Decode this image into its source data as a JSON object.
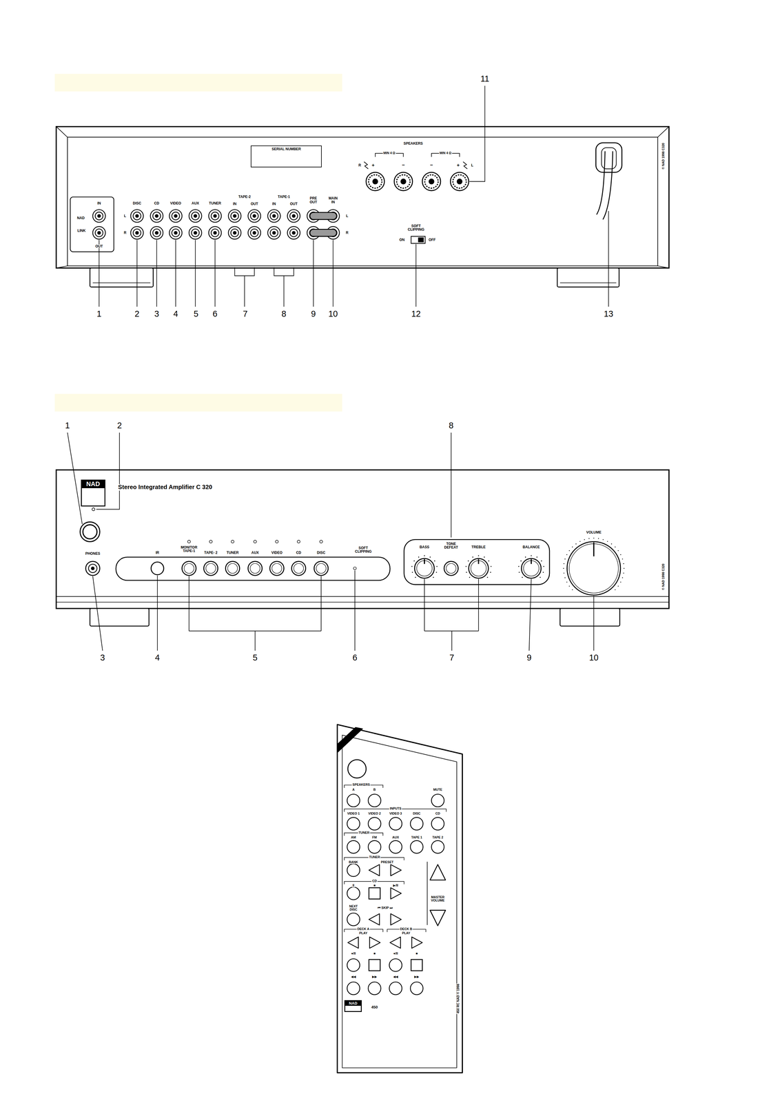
{
  "diagram": {
    "nodes": [
      {
        "text": [
          "SERIAL NUMBER"
        ]
      },
      {
        "text": [
          "NAD"
        ]
      },
      {
        "text": [
          "NAD"
        ]
      }
    ],
    "labels": [
      "11",
      "SPEAKERS",
      "MIN 4 Ω",
      "MIN 4 Ω",
      "R",
      "+",
      "−",
      "−",
      "+",
      "L",
      "© NAD 1998 C320",
      "IN",
      "NAD",
      "LINK",
      "OUT",
      "DISC",
      "CD",
      "VIDEO",
      "AUX",
      "TUNER",
      "TAPE-2",
      "IN",
      "OUT",
      "TAPE-1",
      "IN",
      "OUT",
      "PRE OUT",
      "MAIN IN",
      "L",
      "R",
      "L",
      "R",
      "SOFT CLIPPING",
      "ON",
      "OFF",
      "1",
      "2",
      "3",
      "4",
      "5",
      "6",
      "7",
      "8",
      "9",
      "10",
      "12",
      "13",
      "1",
      "2",
      "8",
      "Stereo Integrated Amplifier C 320",
      "PHONES",
      "IR",
      "MONITOR TAPE-1",
      "TAPE- 2",
      "TUNER",
      "AUX",
      "VIDEO",
      "CD",
      "DISC",
      "SOFT CLIPPING",
      "BASS",
      "TONE DEFEAT",
      "TREBLE",
      "BALANCE",
      "VOLUME",
      "© NAD 1998 C320",
      "3",
      "4",
      "5",
      "6",
      "7",
      "9",
      "10",
      "SPEAKERS",
      "A",
      "B",
      "MUTE",
      "INPUTS",
      "VIDEO 1",
      "VIDEO 2",
      "VIDEO 3",
      "DISC",
      "CD",
      "TUNER",
      "AM",
      "FM",
      "AUX",
      "TAPE 1",
      "TAPE 2",
      "BANK",
      "TUNER",
      "PRESET",
      "CD",
      "II",
      "■",
      "▶/II",
      "MASTER VOLUME",
      "NEXT DISC",
      "⏮ SKIP ⏭",
      "DECK A",
      "PLAY",
      "DECK B",
      "PLAY",
      "●/II",
      "■",
      "●/II",
      "■",
      "◀◀",
      "▶▶",
      "◀◀",
      "▶▶",
      "450",
      "450 RC NAD © 1998"
    ]
  }
}
